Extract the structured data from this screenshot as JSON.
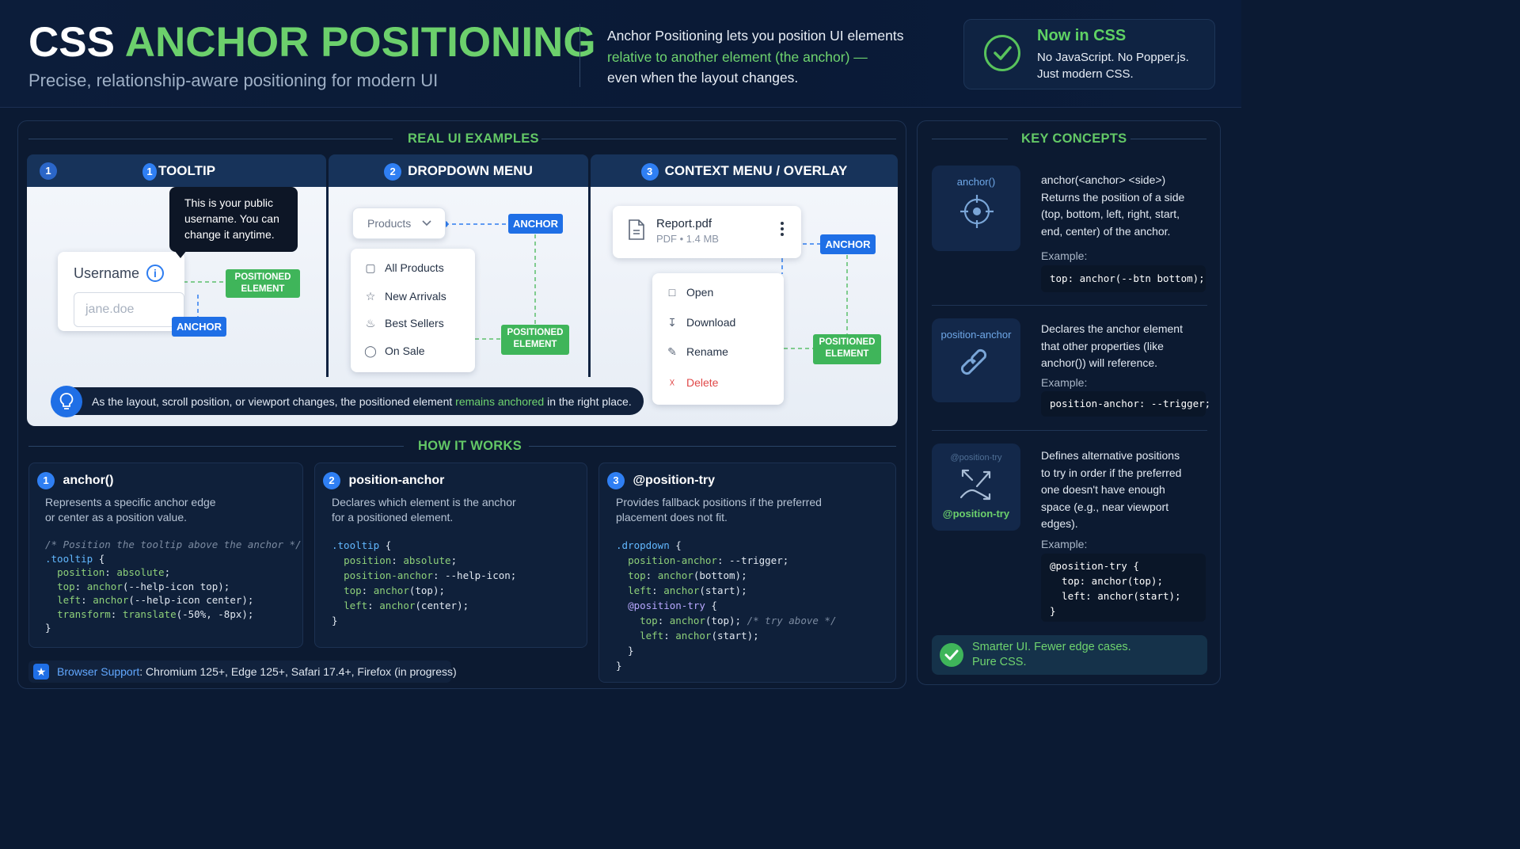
{
  "header": {
    "title_white": "CSS",
    "title_green": "ANCHOR POSITIONING",
    "subtitle": "Precise, relationship-aware positioning for modern UI",
    "intro_line1": "Anchor Positioning lets you position UI elements",
    "intro_line2": "relative to another element (the anchor) —",
    "intro_line3": "even when the layout changes.",
    "now_title": "Now in CSS",
    "now_line1": "No JavaScript. No Popper.js.",
    "now_line2": "Just modern CSS."
  },
  "examples": {
    "section_title": "REAL UI EXAMPLES",
    "tabs": [
      {
        "num": "1",
        "label": "TOOLTIP"
      },
      {
        "num": "2",
        "label": "DROPDOWN MENU"
      },
      {
        "num": "3",
        "label": "CONTEXT MENU / OVERLAY"
      }
    ],
    "tooltip": {
      "bubble_line1": "This is your public",
      "bubble_line2": "username. You can",
      "bubble_line3": "change it anytime.",
      "field_label": "Username",
      "input_placeholder": "jane.doe",
      "positioned_line1": "POSITIONED",
      "positioned_line2": "ELEMENT",
      "anchor_tag": "ANCHOR"
    },
    "dropdown": {
      "trigger": "Products",
      "items": [
        "All Products",
        "New Arrivals",
        "Best Sellers",
        "On Sale"
      ],
      "item_icons": [
        "box-icon",
        "star-icon",
        "flame-icon",
        "tag-icon"
      ],
      "anchor_tag": "ANCHOR",
      "positioned_line1": "POSITIONED",
      "positioned_line2": "ELEMENT"
    },
    "context": {
      "file_name": "Report.pdf",
      "file_meta": "PDF • 1.4 MB",
      "items": [
        "Open",
        "Download",
        "Rename",
        "Delete"
      ],
      "anchor_tag": "ANCHOR",
      "positioned_line1": "POSITIONED",
      "positioned_line2": "ELEMENT"
    },
    "banner_pre": "As the layout, scroll position, or viewport changes, the positioned element",
    "banner_highlight": "remains anchored",
    "banner_post": "in the right place."
  },
  "how": {
    "section_title": "HOW IT WORKS",
    "boxes": [
      {
        "num": "1",
        "title": "anchor()",
        "desc1": "Represents a specific anchor edge",
        "desc2": "or center as a position value."
      },
      {
        "num": "2",
        "title": "position-anchor",
        "desc1": "Declares which element is the anchor",
        "desc2": "for a positioned element."
      },
      {
        "num": "3",
        "title": "@position-try",
        "desc1": "Provides fallback positions if the preferred",
        "desc2": "placement does not fit."
      }
    ]
  },
  "support": {
    "label": "Browser Support",
    "text": ": Chromium 125+, Edge 125+, Safari 17.4+, Firefox (in progress)"
  },
  "concepts": {
    "section_title": "KEY CONCEPTS",
    "example_label": "Example:",
    "c1": {
      "icon_label": "anchor()",
      "line1": "anchor(<anchor> <side>)",
      "line2": "Returns the position of a side",
      "line3": "(top, bottom, left, right, start,",
      "line4": "end, center) of the anchor.",
      "code": "top: anchor(--btn bottom);"
    },
    "c2": {
      "icon_label": "position-anchor",
      "line1": "Declares the anchor element",
      "line2": "that other properties (like",
      "line3": "anchor()) will reference.",
      "code": "position-anchor: --trigger;"
    },
    "c3": {
      "icon_label_top": "@position-try",
      "icon_label": "@position-try",
      "line1": "Defines alternative positions",
      "line2": "to try in order if the preferred",
      "line3": "one doesn't have enough",
      "line4": "space (e.g., near viewport",
      "line5": "edges).",
      "code1": "@position-try {",
      "code2": "  top: anchor(top);",
      "code3": "  left: anchor(start);",
      "code4": "}"
    },
    "smarter_line1": "Smarter UI. Fewer edge cases.",
    "smarter_line2": "Pure CSS."
  },
  "colors": {
    "accent_green": "#6cd06c",
    "accent_blue": "#1f6fe6",
    "background": "#0b1a33"
  }
}
